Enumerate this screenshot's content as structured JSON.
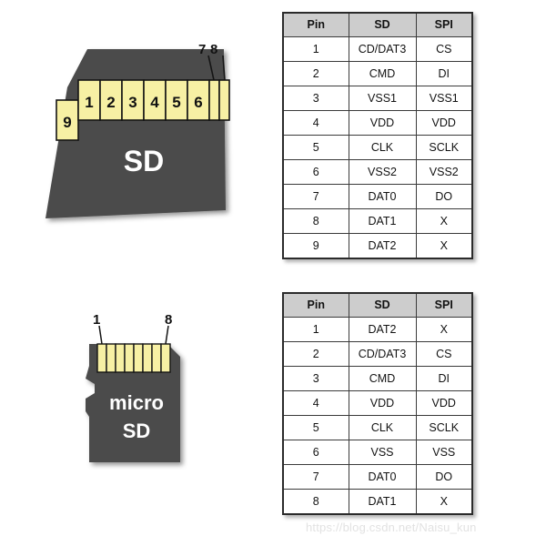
{
  "tables": [
    {
      "name": "sd-card-pinout",
      "headers": [
        "Pin",
        "SD",
        "SPI"
      ],
      "rows": [
        [
          "1",
          "CD/DAT3",
          "CS"
        ],
        [
          "2",
          "CMD",
          "DI"
        ],
        [
          "3",
          "VSS1",
          "VSS1"
        ],
        [
          "4",
          "VDD",
          "VDD"
        ],
        [
          "5",
          "CLK",
          "SCLK"
        ],
        [
          "6",
          "VSS2",
          "VSS2"
        ],
        [
          "7",
          "DAT0",
          "DO"
        ],
        [
          "8",
          "DAT1",
          "X"
        ],
        [
          "9",
          "DAT2",
          "X"
        ]
      ]
    },
    {
      "name": "microsd-card-pinout",
      "headers": [
        "Pin",
        "SD",
        "SPI"
      ],
      "rows": [
        [
          "1",
          "DAT2",
          "X"
        ],
        [
          "2",
          "CD/DAT3",
          "CS"
        ],
        [
          "3",
          "CMD",
          "DI"
        ],
        [
          "4",
          "VDD",
          "VDD"
        ],
        [
          "5",
          "CLK",
          "SCLK"
        ],
        [
          "6",
          "VSS",
          "VSS"
        ],
        [
          "7",
          "DAT0",
          "DO"
        ],
        [
          "8",
          "DAT1",
          "X"
        ]
      ]
    }
  ],
  "sd_card": {
    "label": "SD",
    "pin_labels": [
      "1",
      "2",
      "3",
      "4",
      "5",
      "6",
      "9"
    ],
    "callouts": [
      "7",
      "8"
    ],
    "body_color": "#4b4b4b",
    "pin_color": "#f7f0a4",
    "label_color": "#ffffff"
  },
  "micro_card": {
    "label_line1": "micro",
    "label_line2": "SD",
    "callout_first": "1",
    "callout_last": "8",
    "pin_count": 8,
    "body_color": "#4b4b4b",
    "pin_color": "#f7f0a4",
    "label_color": "#ffffff"
  },
  "watermark": {
    "text": "https://blog.csdn.net/Naisu_kun"
  }
}
